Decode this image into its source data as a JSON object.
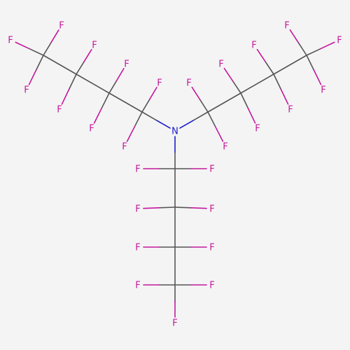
{
  "molecule": {
    "atoms": [
      {
        "id": "N",
        "element": "N"
      },
      {
        "id": "C1a",
        "element": "C"
      },
      {
        "id": "C2a",
        "element": "C"
      },
      {
        "id": "C3a",
        "element": "C"
      },
      {
        "id": "C4a",
        "element": "C"
      },
      {
        "id": "C1b",
        "element": "C"
      },
      {
        "id": "C2b",
        "element": "C"
      },
      {
        "id": "C3b",
        "element": "C"
      },
      {
        "id": "C4b",
        "element": "C"
      },
      {
        "id": "C1c",
        "element": "C"
      },
      {
        "id": "C2c",
        "element": "C"
      },
      {
        "id": "C3c",
        "element": "C"
      },
      {
        "id": "C4c",
        "element": "C"
      }
    ],
    "bonds": [
      [
        "N",
        "C1a"
      ],
      [
        "C1a",
        "C2a"
      ],
      [
        "C2a",
        "C3a"
      ],
      [
        "C3a",
        "C4a"
      ],
      [
        "N",
        "C1b"
      ],
      [
        "C1b",
        "C2b"
      ],
      [
        "C2b",
        "C3b"
      ],
      [
        "C3b",
        "C4b"
      ],
      [
        "N",
        "C1c"
      ],
      [
        "C1c",
        "C2c"
      ],
      [
        "C2c",
        "C3c"
      ],
      [
        "C3c",
        "C4c"
      ]
    ],
    "substituents": [
      {
        "atom": "C1a",
        "labels": [
          "F",
          "F"
        ]
      },
      {
        "atom": "C2a",
        "labels": [
          "F",
          "F"
        ]
      },
      {
        "atom": "C3a",
        "labels": [
          "F",
          "F"
        ]
      },
      {
        "atom": "C4a",
        "labels": [
          "F",
          "F",
          "F"
        ]
      },
      {
        "atom": "C1b",
        "labels": [
          "F",
          "F"
        ]
      },
      {
        "atom": "C2b",
        "labels": [
          "F",
          "F"
        ]
      },
      {
        "atom": "C3b",
        "labels": [
          "F",
          "F"
        ]
      },
      {
        "atom": "C4b",
        "labels": [
          "F",
          "F",
          "F"
        ]
      },
      {
        "atom": "C1c",
        "labels": [
          "F",
          "F"
        ]
      },
      {
        "atom": "C2c",
        "labels": [
          "F",
          "F"
        ]
      },
      {
        "atom": "C3c",
        "labels": [
          "F",
          "F"
        ]
      },
      {
        "atom": "C4c",
        "labels": [
          "F",
          "F",
          "F"
        ]
      }
    ],
    "colors": {
      "nitrogen": "#1a1acc",
      "fluorine": "#c4179c",
      "carbon_bond": "#555555"
    }
  }
}
